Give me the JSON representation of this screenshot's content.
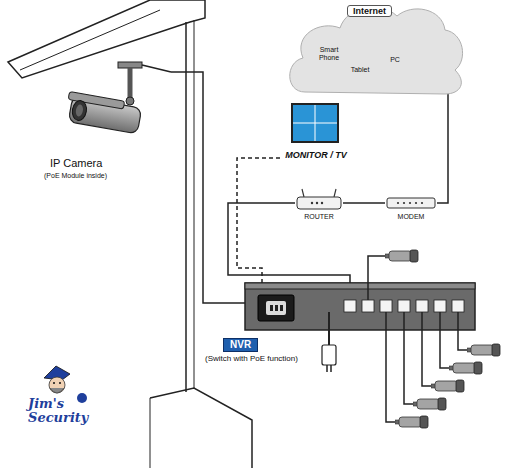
{
  "diagram": {
    "nodes": [
      {
        "text": [
          "Internet"
        ]
      },
      {
        "text": [
          "Smart Phone"
        ],
        "in": 0
      },
      {
        "text": [
          "Tablet"
        ],
        "in": 0
      },
      {
        "text": [
          "PC"
        ],
        "in": 0
      },
      {
        "text": [
          "MONITOR / TV"
        ]
      },
      {
        "text": [
          "ROUTER"
        ]
      },
      {
        "text": [
          "MODEM"
        ]
      },
      {
        "text": [
          "IP Camera",
          "(PoE Module inside)"
        ]
      },
      {
        "text": [
          "NVR",
          "(Switch with PoE function)"
        ]
      }
    ],
    "edges": [
      {
        "from": 6,
        "to": 0,
        "arrow": "none"
      },
      {
        "from": 5,
        "to": 6,
        "arrow": "none"
      },
      {
        "from": 4,
        "to": 8,
        "arrow": "none"
      },
      {
        "from": 5,
        "to": 8,
        "arrow": "none"
      },
      {
        "from": 7,
        "to": 8,
        "arrow": "none"
      }
    ],
    "labels": [
      "Jim's Security"
    ]
  }
}
